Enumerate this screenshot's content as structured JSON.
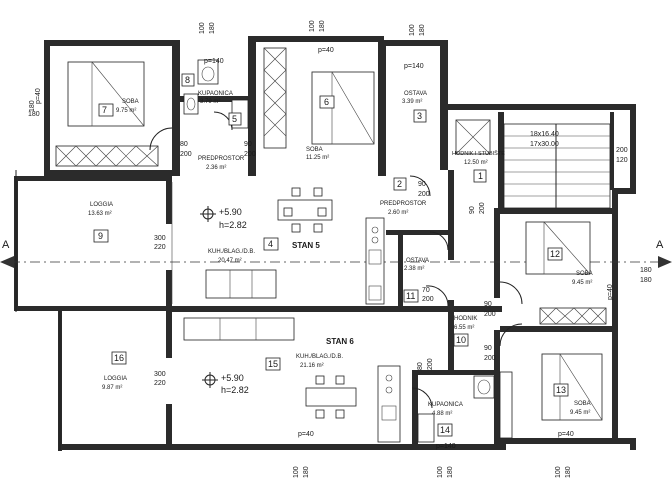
{
  "section": {
    "marker": "A"
  },
  "rooms": [
    {
      "id": "room-7",
      "number": "7",
      "name": "SOBA",
      "area": "9.75 m²"
    },
    {
      "id": "room-8",
      "number": "8",
      "name": "KUPAONICA",
      "area": "3.79 m²"
    },
    {
      "id": "room-5",
      "number": "5",
      "name": "PREDPROSTOR",
      "area": "2.36 m²"
    },
    {
      "id": "room-6",
      "number": "6",
      "name": "SOBA",
      "area": "11.25 m²"
    },
    {
      "id": "room-3",
      "number": "3",
      "name": "OSTAVA",
      "area": "3.39 m²"
    },
    {
      "id": "room-1",
      "number": "1",
      "name": "HODNIK I STUBIŠTE",
      "area": "12.50 m²"
    },
    {
      "id": "room-2",
      "number": "2",
      "name": "PREDPROSTOR",
      "area": "2.60 m²"
    },
    {
      "id": "room-9",
      "number": "9",
      "name": "LOGGIA",
      "area": "13.63 m²"
    },
    {
      "id": "room-4",
      "number": "4",
      "name": "KUH./BLAG./D.B.",
      "area": "20.47 m²"
    },
    {
      "id": "room-11",
      "number": "11",
      "name": "OSTAVA",
      "area": "2.38 m²"
    },
    {
      "id": "room-12",
      "number": "12",
      "name": "SOBA",
      "area": "9.45 m²"
    },
    {
      "id": "room-10",
      "number": "10",
      "name": "HODNIK",
      "area": "6.55 m²"
    },
    {
      "id": "room-16",
      "number": "16",
      "name": "LOGGIA",
      "area": "9.87 m²"
    },
    {
      "id": "room-15",
      "number": "15",
      "name": "KUH./BLAG./D.B.",
      "area": "21.16 m²"
    },
    {
      "id": "room-14",
      "number": "14",
      "name": "KUPAONICA",
      "area": "4.88 m²"
    },
    {
      "id": "room-13",
      "number": "13",
      "name": "SOBA",
      "area": "9.45 m²"
    }
  ],
  "apartments": [
    {
      "id": "stan-5",
      "name": "STAN 5",
      "level": "+5.90",
      "height": "h=2.82"
    },
    {
      "id": "stan-6",
      "name": "STAN 6",
      "level": "+5.90",
      "height": "h=2.82"
    }
  ],
  "stairs": {
    "line1": "18x16.40",
    "line2": "17x30.00"
  },
  "dimensions": [
    "100",
    "180",
    "100",
    "180",
    "p=40",
    "p=140",
    "90",
    "200",
    "80",
    "200",
    "300",
    "220",
    "70",
    "200",
    "180",
    "120",
    "p=40",
    "p=40",
    "p=140",
    "80",
    "200"
  ]
}
